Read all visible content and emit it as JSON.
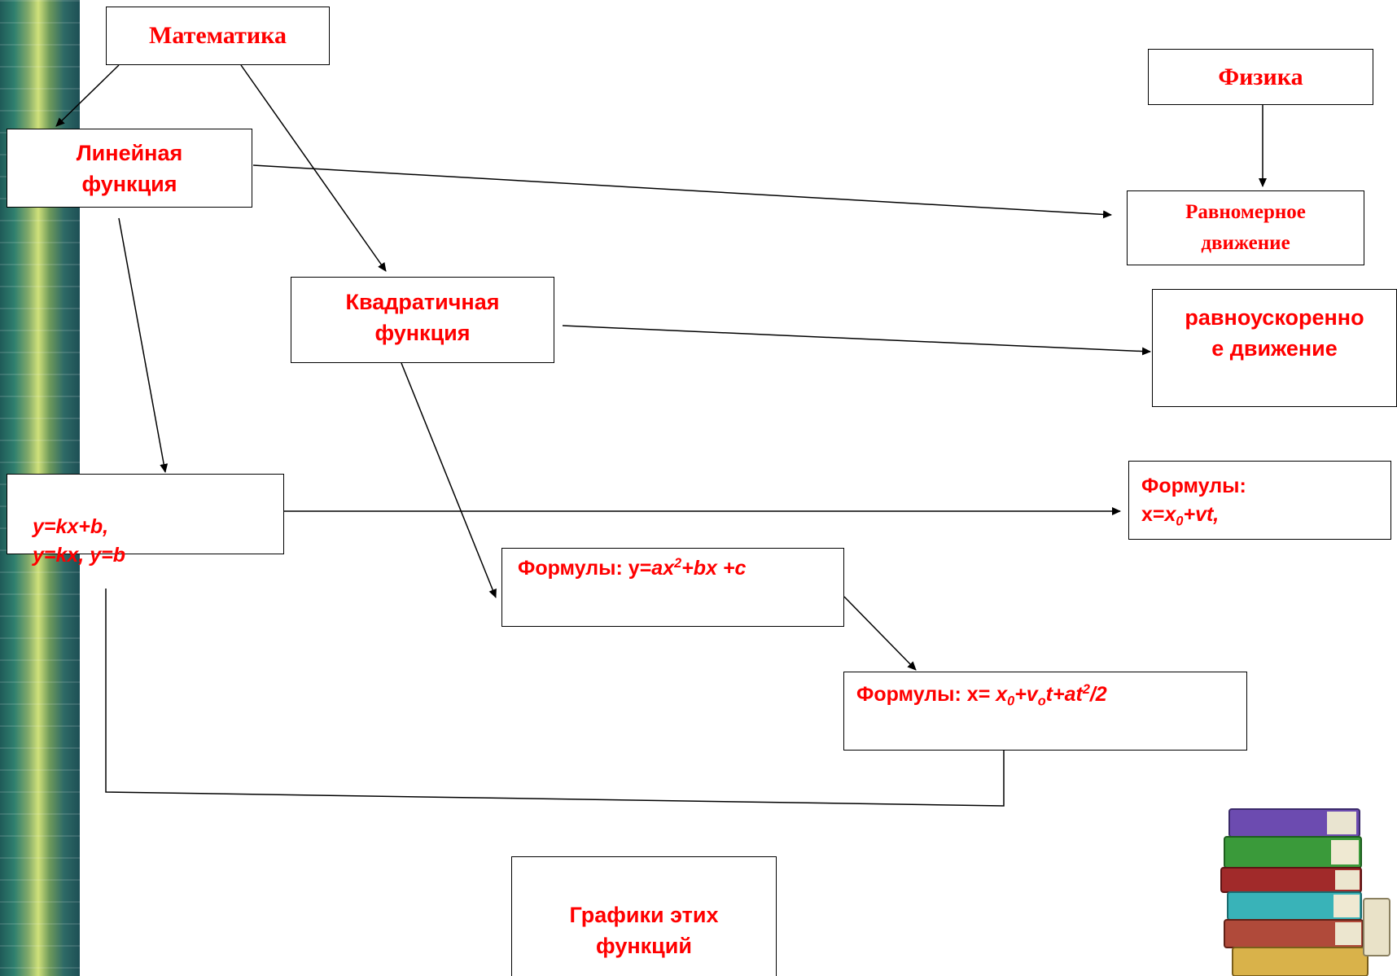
{
  "nodes": {
    "math": "Математика",
    "physics": "Физика",
    "linear": {
      "line1": "Линейная",
      "line2": "функция"
    },
    "uniform": {
      "line1": "Равномерное",
      "line2": "движение"
    },
    "quadratic": {
      "line1": "Квадратичная",
      "line2": "функция"
    },
    "accelerated": {
      "line1": "равноускоренно",
      "line2": "е движение"
    },
    "linear_formulas": {
      "line1": "y=kx+b,",
      "line2_a": "y=kx,",
      "line2_b": " y=b"
    },
    "uniform_formulas": {
      "title": "Формулы:",
      "f_x": "x=",
      "f_x0": "x",
      "f_0": "0",
      "f_rest": "+vt,"
    },
    "quadratic_formulas": {
      "prefix": "Формулы: y=",
      "a": "ax",
      "sq": "2",
      "rest": "+bx +c"
    },
    "accel_formulas": {
      "prefix": "Формулы: x= ",
      "x": "x",
      "sub0": "0",
      "plus_v": "+v",
      "subo": "o",
      "t_at": "t+at",
      "sq": "2",
      "div2": "/2"
    },
    "graphs": {
      "line1": "Графики этих",
      "line2": "функций"
    }
  },
  "colors": {
    "text": "#ff0000",
    "line": "#000000",
    "strip": "#2f7f6e"
  },
  "decorations": {
    "books_icon": "books-stack-icon"
  }
}
